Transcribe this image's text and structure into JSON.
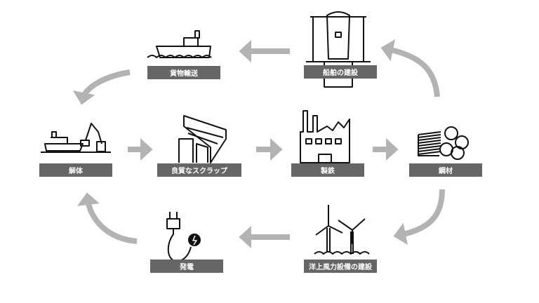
{
  "title": "鉄のリサイクル循環",
  "nodes": {
    "cargo": "貨物輸送",
    "shipbuilding": "船舶の建設",
    "dismantling": "解体",
    "scrap": "良質なスクラップ",
    "steelmaking": "製鉄",
    "steel": "鋼材",
    "power": "発電",
    "wind": "洋上風力設備の建設"
  },
  "colors": {
    "label_bg": "#666666",
    "arrow": "#b3b3b3",
    "icon": "#111111"
  }
}
